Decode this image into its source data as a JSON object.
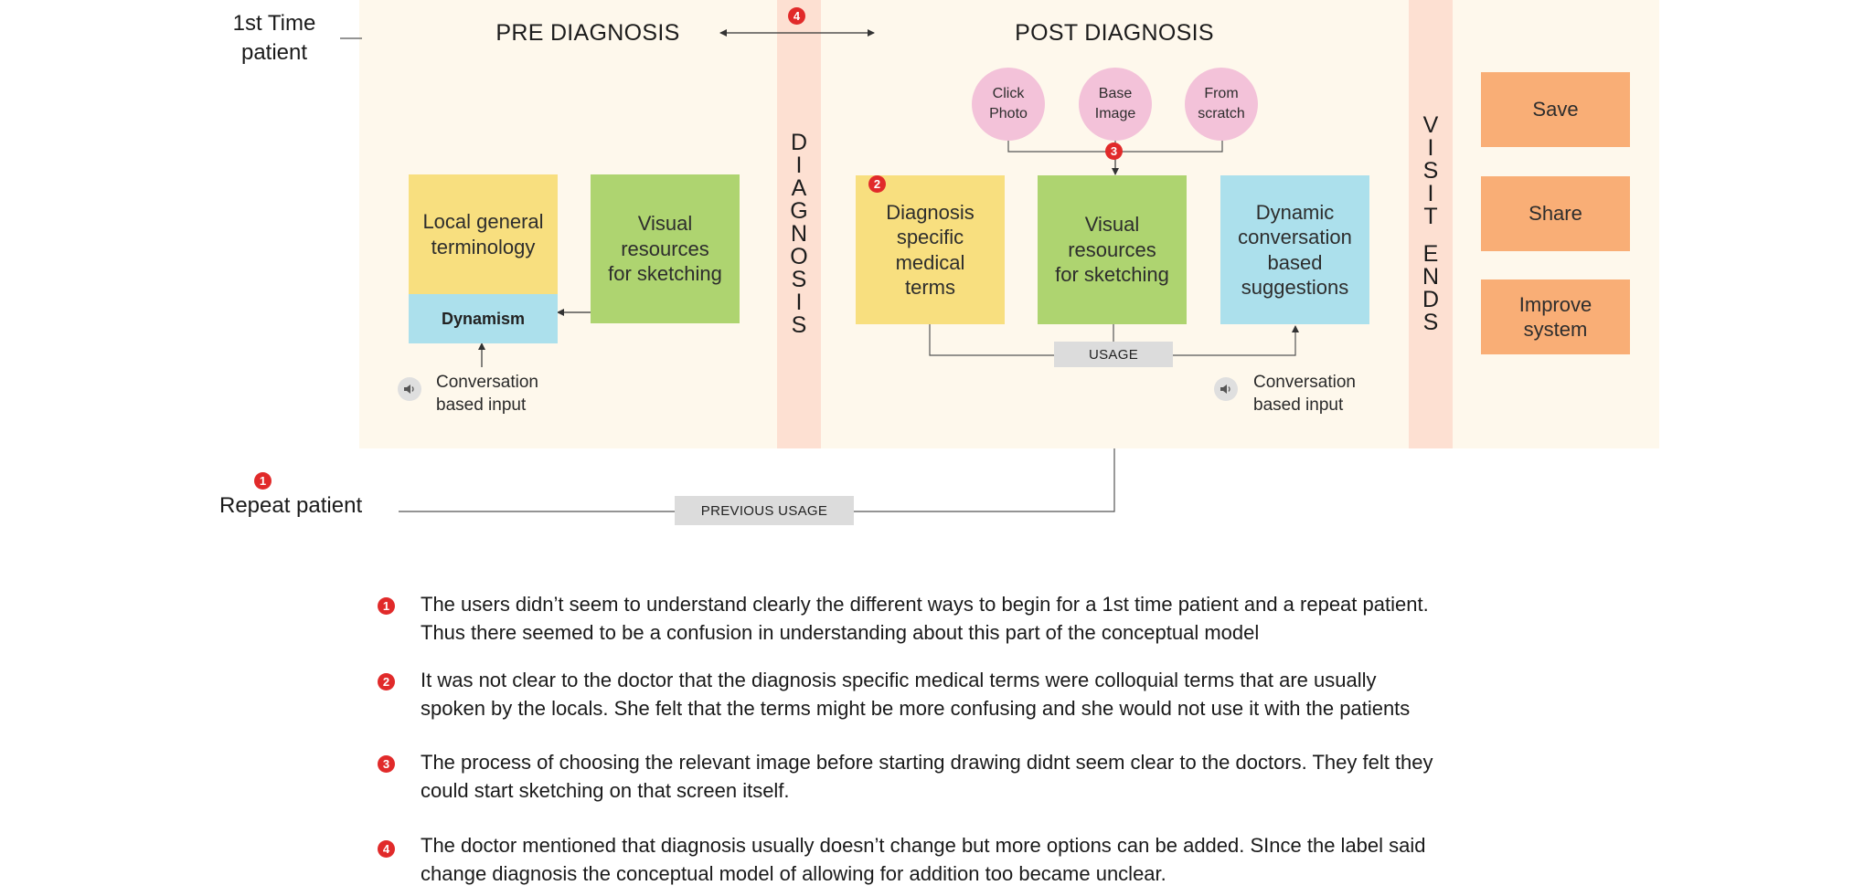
{
  "first_time_patient": "1st Time\npatient",
  "repeat_patient": "Repeat patient",
  "pre_diagnosis": {
    "header": "PRE DIAGNOSIS",
    "box_terminology": "Local general terminology",
    "box_dynamism": "Dynamism",
    "box_visual": "Visual resources for sketching",
    "conversation_input": "Conversation\nbased input"
  },
  "diagnosis_band": [
    "D",
    "I",
    "A",
    "G",
    "N",
    "O",
    "S",
    "I",
    "S"
  ],
  "post_diagnosis": {
    "header": "POST DIAGNOSIS",
    "circles": [
      "Click\nPhoto",
      "Base\nImage",
      "From\nscratch"
    ],
    "box_medical": "Diagnosis specific medical terms",
    "box_visual": "Visual resources for sketching",
    "box_dynamic": "Dynamic conversation based suggestions",
    "usage_tag": "USAGE",
    "conversation_input": "Conversation\nbased input"
  },
  "visit_ends_band": [
    "V",
    "I",
    "S",
    "I",
    "T",
    "",
    "E",
    "N",
    "D",
    "S"
  ],
  "actions": {
    "save": "Save",
    "share": "Share",
    "improve": "Improve system"
  },
  "previous_usage_tag": "PREVIOUS USAGE",
  "badges": [
    "1",
    "2",
    "3",
    "4"
  ],
  "notes": [
    {
      "num": "1",
      "line1": "The users didn’t seem to understand clearly the different ways to begin for a 1st time patient and a repeat patient.",
      "line2": "Thus there seemed to be a confusion in understanding about this part of the conceptual model"
    },
    {
      "num": "2",
      "line1": "It was not clear to the doctor that the diagnosis specific medical terms were colloquial terms that are usually",
      "line2": "spoken by the locals. She felt that the terms might be more confusing and she would not use it with the patients"
    },
    {
      "num": "3",
      "line1": "The process of choosing the relevant image before starting drawing didnt seem clear to the doctors. They felt they",
      "line2": "could start sketching on that screen itself."
    },
    {
      "num": "4",
      "line1": "The doctor mentioned that diagnosis usually doesn’t change but more options can be added. SInce the label said",
      "line2": "change diagnosis the conceptual model of allowing for addition too became unclear."
    }
  ],
  "colors": {
    "panel": "#fef8ec",
    "band": "#fde0d2",
    "yellow": "#f8df7f",
    "green": "#aed470",
    "blue": "#ace0ec",
    "orange": "#f9ae76",
    "pink": "#f3c2d9",
    "badge": "#e12a2a"
  },
  "icons": [
    "speaker-icon"
  ]
}
